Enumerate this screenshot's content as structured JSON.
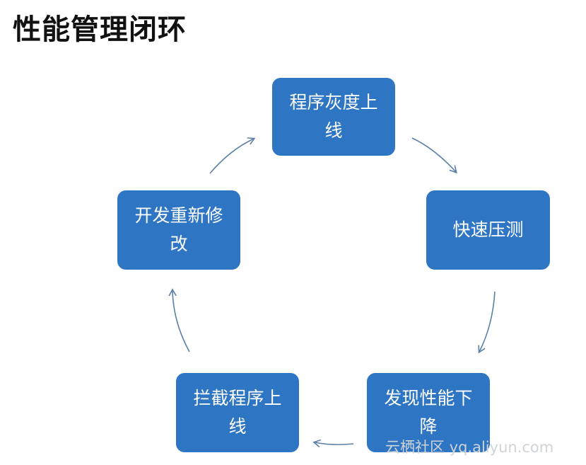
{
  "title": "性能管理闭环",
  "nodes": [
    {
      "label": "程序灰度上线"
    },
    {
      "label": "快速压测"
    },
    {
      "label": "发现性能下降"
    },
    {
      "label": "拦截程序上线"
    },
    {
      "label": "开发重新修改"
    }
  ],
  "colors": {
    "node_fill": "#2e75c3",
    "node_text": "#ffffff",
    "arrow": "#5a7fa8"
  },
  "watermark": "云栖社区 yq.aliyun.com"
}
